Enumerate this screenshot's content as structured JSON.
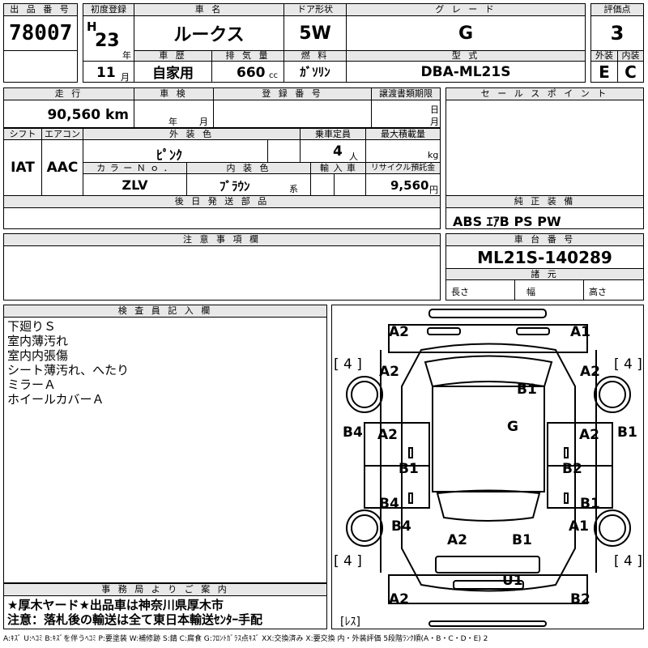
{
  "header": {
    "lot_no_label": "出 品 番 号",
    "lot_no": "78007",
    "first_reg_label": "初度登録",
    "era": "H",
    "year": "23",
    "year_unit": "年",
    "month": "11",
    "month_unit": "月",
    "name_label": "車 名",
    "name": "ルークス",
    "history_label": "車 歴",
    "history": "自家用",
    "displacement_label": "排 気 量",
    "displacement": "660",
    "displacement_unit": "cc",
    "door_label": "ドア形状",
    "door": "5W",
    "fuel_label": "燃 料",
    "fuel": "ｶﾞｿﾘﾝ",
    "grade_label": "グ レ ー ド",
    "grade": "G",
    "model_label": "型 式",
    "model": "DBA-ML21S",
    "score_label": "評価点",
    "score": "3",
    "ext_label": "外装",
    "ext": "E",
    "int_label": "内装",
    "int": "C"
  },
  "row2": {
    "mileage_label": "走 行",
    "mileage": "90,560 km",
    "inspection_label": "車 検",
    "insp_year_unit": "年",
    "insp_month_unit": "月",
    "regno_label": "登 録 番 号",
    "transfer_label": "譲渡書類期限",
    "transfer_day": "日",
    "transfer_month": "月",
    "sales_label": "セ ー ル ス ポ イ ン ト"
  },
  "row3": {
    "shift_label": "シフト",
    "shift": "IAT",
    "ac_label": "エアコン",
    "ac": "AAC",
    "color_label": "外 装 色",
    "color": "ﾋﾟﾝｸ",
    "colorno_label": "カ ラ ー Ｎ ｏ ．",
    "colorno": "ZLV",
    "interior_label": "内 装 色",
    "interior": "ﾌﾞﾗｳﾝ",
    "interior_suffix": "系",
    "capacity_label": "乗車定員",
    "capacity": "4",
    "capacity_unit": "人",
    "maxload_label": "最大積載量",
    "maxload_unit": "kg",
    "import_label": "輸 入 車",
    "recycle_label": "リサイクル預託金",
    "recycle": "9,560",
    "recycle_unit": "円"
  },
  "later_label": "後 日 発 送 部 品",
  "equip_label": "純 正 装 備",
  "equip": "ABS ｴｱB PS PW",
  "notes_label": "注 意 事 項 欄",
  "chassis_label": "車 台 番 号",
  "chassis": "ML21S-140289",
  "specs_label": "諸 元",
  "length_label": "長さ",
  "width_label": "幅",
  "height_label": "高さ",
  "inspector_label": "検 査 員 記 入 欄",
  "inspector_notes": [
    "下廻りＳ",
    "室内薄汚れ",
    "室内内張傷",
    "シート薄汚れ、へたり",
    "ミラーＡ",
    "ホイールカバーＡ"
  ],
  "office_label": "事 務 局 よ り ご 案 内",
  "office_notes": [
    "★厚木ヤード★出品車は神奈川県厚木市",
    "注意：落札後の輸送は全て東日本輸送ｾﾝﾀｰ手配"
  ],
  "diagram": {
    "codes": [
      "A2",
      "A1",
      "A2",
      "A2",
      "B1",
      "G",
      "B4",
      "B1",
      "A2",
      "A2",
      "B1",
      "B2",
      "B4",
      "B1",
      "B4",
      "A1",
      "A2",
      "B1",
      "U1",
      "A2",
      "B2"
    ],
    "tires": [
      "[ 4 ]",
      "[ 4 ]",
      "[ 4 ]",
      "[ 4 ]"
    ],
    "spare": "[ﾚｽ]"
  },
  "legend": "A:ｷｽﾞ U:ﾍｺﾐ B:ｷｽﾞを伴うﾍｺﾐ P:要塗装 W:補修跡 S:錆 C:腐食 G:ﾌﾛﾝﾄｶﾞﾗｽ点ｷｽﾞ XX:交換済み X:要交換 内・外装評価 5段階ﾗﾝｸ順(A・B・C・D・E) 2"
}
